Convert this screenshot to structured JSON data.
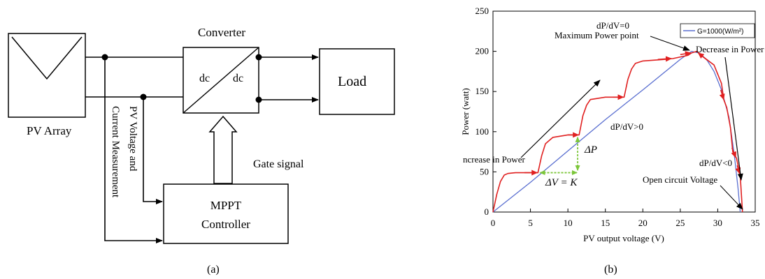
{
  "panel_a": {
    "caption": "(a)",
    "pv_array_label": "PV Array",
    "converter_label": "Converter",
    "converter_top": "dc",
    "converter_bottom": "dc",
    "load_label": "Load",
    "gate_signal_label": "Gate signal",
    "mppt_line1": "MPPT",
    "mppt_line2": "Controller",
    "pv_voltage_label": "PV Voltage and",
    "current_meas_label": "Current Measurement"
  },
  "panel_b": {
    "caption": "(b)",
    "legend_label": "G=1000(W/m²)",
    "annotations": {
      "dpdv_zero": "dP/dV=0",
      "mpp": "Maximum Power point",
      "decrease": "Decrease in Power",
      "dpdv_pos": "dP/dV>0",
      "increase": "ncrease in Power",
      "dpdv_neg": "dP/dV<0",
      "ocv": "Open circuit Voltage",
      "delta_p": "ΔP",
      "delta_v": "ΔV = K"
    },
    "colors": {
      "pv_curve": "#5a6fd0",
      "steps": "#e02020",
      "delta": "#7cc63a"
    }
  },
  "chart_data": {
    "type": "line",
    "title": "",
    "xlabel": "PV output voltage (V)",
    "ylabel": "Power (watt)",
    "xlim": [
      0,
      35
    ],
    "ylim": [
      0,
      250
    ],
    "xticks": [
      "0",
      "5",
      "10",
      "15",
      "20",
      "25",
      "30",
      "35"
    ],
    "yticks": [
      "0",
      "50",
      "100",
      "150",
      "200",
      "250"
    ],
    "series": [
      {
        "name": "G=1000(W/m²)",
        "x": [
          0,
          5,
          10,
          15,
          20,
          25,
          26.5,
          27.5,
          28.5,
          29.5,
          30.5,
          31.5,
          32.2,
          32.7,
          33.0
        ],
        "y": [
          0,
          37,
          76,
          115,
          152,
          190,
          200,
          198,
          190,
          175,
          152,
          118,
          72,
          30,
          0
        ]
      },
      {
        "name": "",
        "x": [
          0,
          0.5,
          1,
          1.5,
          2,
          3,
          5,
          6,
          6.5,
          7,
          8,
          10,
          11.5,
          12,
          12.5,
          13,
          15,
          17.5,
          18,
          18.5,
          19,
          20,
          23,
          24,
          26,
          26.5,
          27.2,
          27.6,
          27.9,
          28.5,
          29.5,
          30.5,
          30.8,
          31.2,
          31.7,
          32,
          32.5,
          32.9,
          33,
          33.3
        ],
        "y": [
          0,
          22,
          38,
          46,
          48,
          49,
          49,
          49,
          70,
          85,
          93,
          96,
          96,
          120,
          133,
          140,
          143,
          143,
          165,
          178,
          185,
          188,
          190,
          191,
          195,
          198,
          200,
          197,
          194,
          190,
          183,
          160,
          140,
          130,
          105,
          75,
          67,
          50,
          45,
          0
        ]
      }
    ],
    "grid": false,
    "legend": "top-right"
  }
}
